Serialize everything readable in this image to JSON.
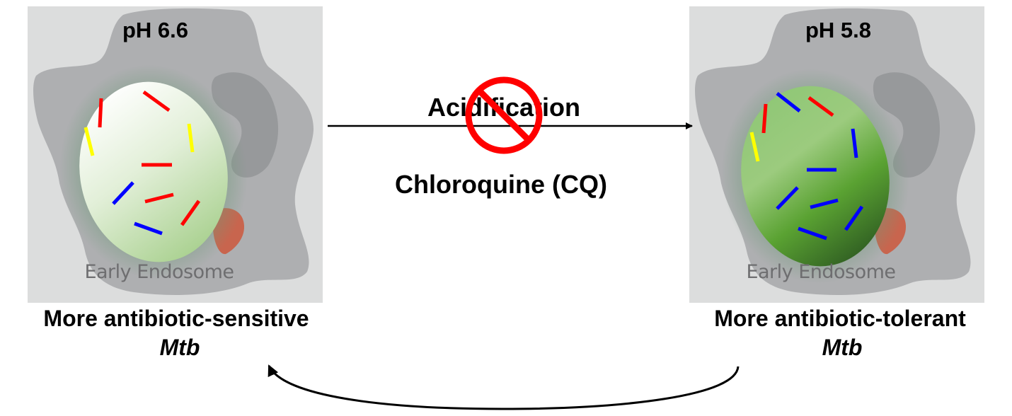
{
  "left_panel": {
    "ph_label": "pH 6.6",
    "compartment_label": "Early Endosome",
    "caption": "More antibiotic-sensitive",
    "organism": "Mtb"
  },
  "right_panel": {
    "ph_label": "pH 5.8",
    "compartment_label": "Early Endosome",
    "caption": "More antibiotic-tolerant",
    "organism": "Mtb"
  },
  "center": {
    "process_label": "Acidification",
    "inhibitor_label": "Chloroquine (CQ)",
    "inhibition_icon": "prohibited-sign"
  },
  "colors": {
    "panel_bg": "#dcdddd",
    "cell": "#aeafb1",
    "nucleus": "#97999b",
    "organelle": "#c8654e",
    "bacteria_red": "#ff0000",
    "bacteria_blue": "#0000ff",
    "bacteria_yellow": "#ffff00",
    "prohibit_red": "#ff0000"
  }
}
